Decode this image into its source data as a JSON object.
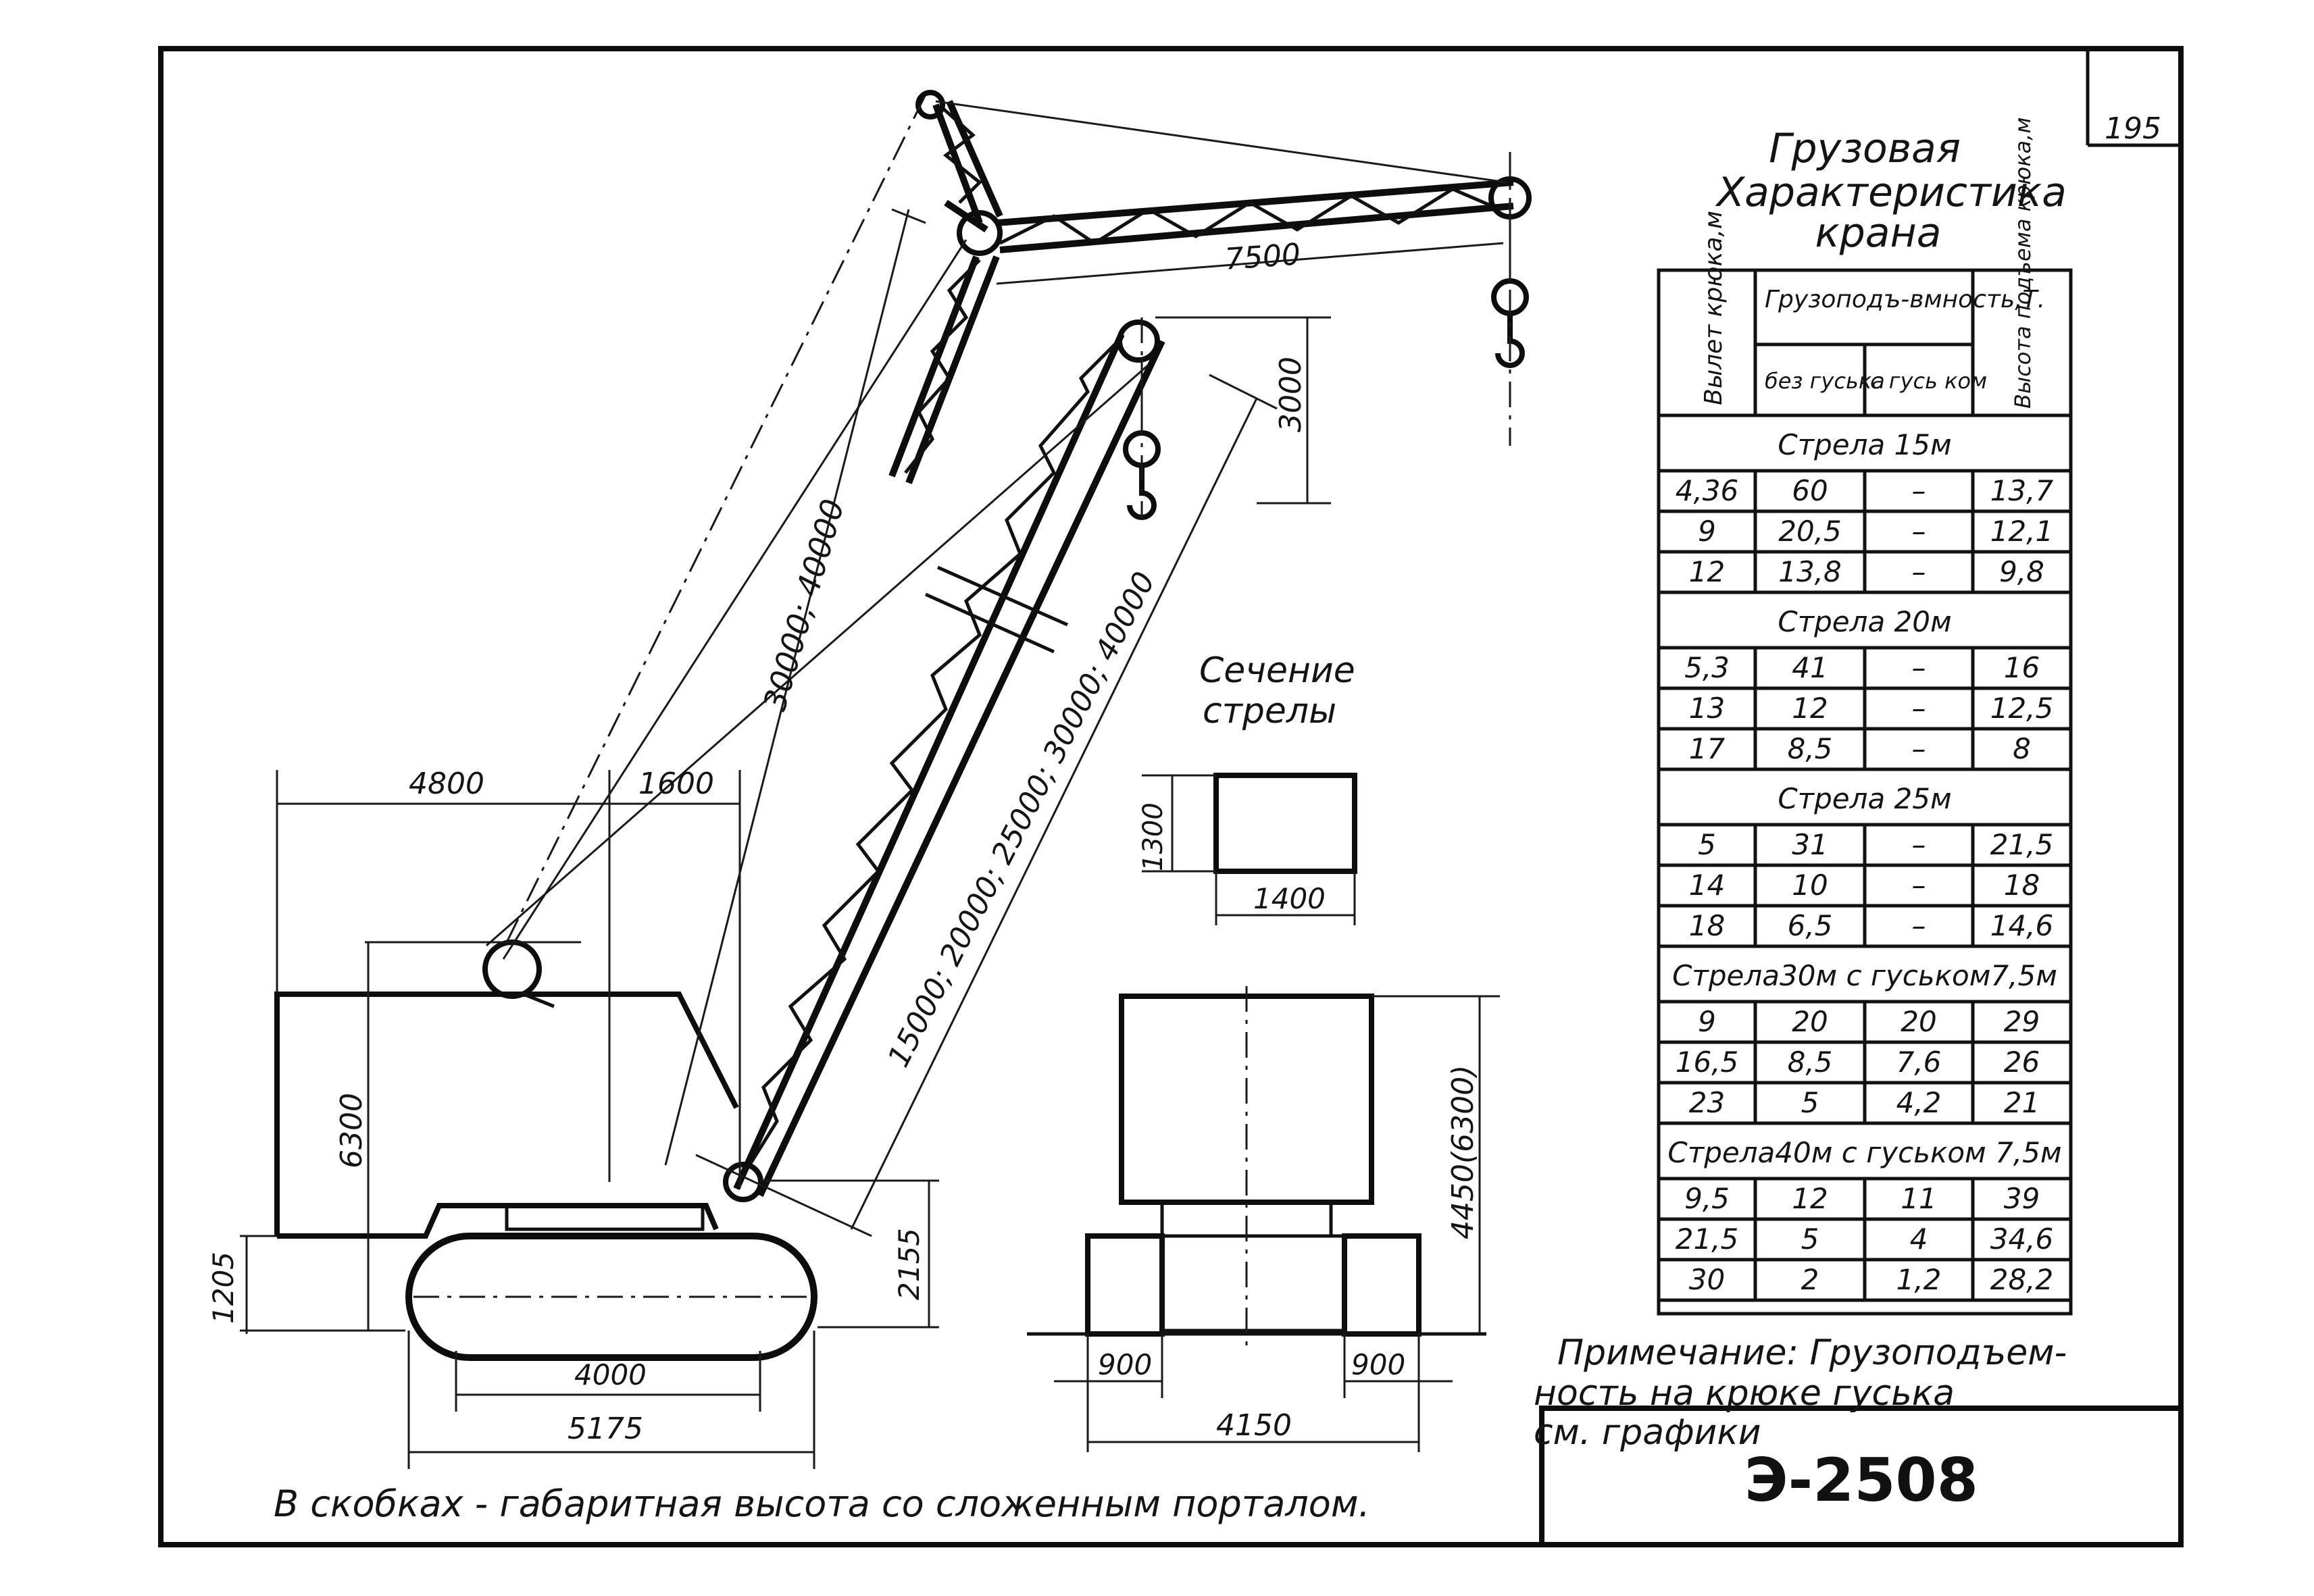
{
  "page_number": "195",
  "title_lines": [
    "Грузовая",
    "Характеристика",
    "крана"
  ],
  "table": {
    "col_reach": "Вылет крюка,м",
    "col_capacity": "Грузоподъ-вмность,Т.",
    "col_no_jib": "без гуська",
    "col_with_jib": "с гусь ком",
    "col_height": "Высота подъема крюка,м",
    "sections": [
      {
        "title": "Стрела 15м",
        "rows": [
          [
            "4,36",
            "60",
            "–",
            "13,7"
          ],
          [
            "9",
            "20,5",
            "–",
            "12,1"
          ],
          [
            "12",
            "13,8",
            "–",
            "9,8"
          ]
        ]
      },
      {
        "title": "Стрела 20м",
        "rows": [
          [
            "5,3",
            "41",
            "–",
            "16"
          ],
          [
            "13",
            "12",
            "–",
            "12,5"
          ],
          [
            "17",
            "8,5",
            "–",
            "8"
          ]
        ]
      },
      {
        "title": "Стрела 25м",
        "rows": [
          [
            "5",
            "31",
            "–",
            "21,5"
          ],
          [
            "14",
            "10",
            "–",
            "18"
          ],
          [
            "18",
            "6,5",
            "–",
            "14,6"
          ]
        ]
      },
      {
        "title": "Стрела30м с гуськом7,5м",
        "rows": [
          [
            "9",
            "20",
            "20",
            "29"
          ],
          [
            "16,5",
            "8,5",
            "7,6",
            "26"
          ],
          [
            "23",
            "5",
            "4,2",
            "21"
          ]
        ]
      },
      {
        "title": "Стрела40м с гуськом 7,5м",
        "rows": [
          [
            "9,5",
            "12",
            "11",
            "39"
          ],
          [
            "21,5",
            "5",
            "4",
            "34,6"
          ],
          [
            "30",
            "2",
            "1,2",
            "28,2"
          ]
        ]
      }
    ]
  },
  "note_lines": [
    "Примечание: Грузоподъем-",
    "ность на крюке гуська",
    "см. графики"
  ],
  "model": "Э-2508",
  "footer_caption": "В скобках - габаритная высота со сложенным порталом.",
  "section_title_lines": [
    "Сечение",
    "стрелы"
  ],
  "dimensions": {
    "jib_length": "7500",
    "boom_full": "30000; 40000",
    "boom_main": "15000; 20000; 25000; 30000; 40000",
    "hook_drop": "3000",
    "rear_width": "4800",
    "pivot_offset": "1600",
    "body_height": "6300",
    "track_height": "1205",
    "boom_foot_height": "2155",
    "track_base": "4000",
    "track_length": "5175",
    "section_height": "1300",
    "section_width": "1400",
    "track_side_left": "900",
    "track_side_right": "900",
    "gauge": "4150",
    "overall_height": "4450(6300)"
  }
}
